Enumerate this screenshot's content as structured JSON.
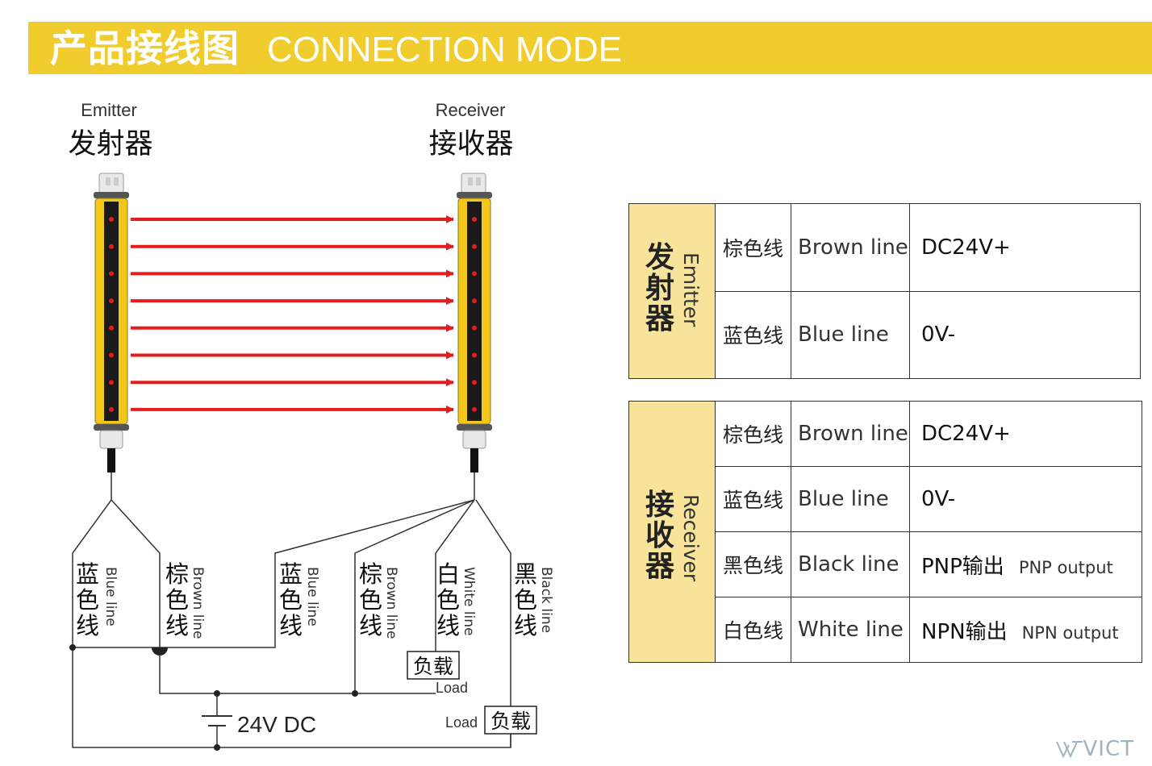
{
  "header": {
    "title_cn": "产品接线图",
    "title_en": "CONNECTION MODE"
  },
  "emitter": {
    "label_en": "Emitter",
    "label_cn": "发射器"
  },
  "receiver": {
    "label_en": "Receiver",
    "label_cn": "接收器"
  },
  "wires": [
    {
      "cn": "蓝色线",
      "en": "Blue line"
    },
    {
      "cn": "棕色线",
      "en": "Brown line"
    },
    {
      "cn": "蓝色线",
      "en": "Blue line"
    },
    {
      "cn": "棕色线",
      "en": "Brown line"
    },
    {
      "cn": "白色线",
      "en": "White line"
    },
    {
      "cn": "黑色线",
      "en": "Black line"
    }
  ],
  "loads": [
    {
      "cn": "负载",
      "en": "Load"
    },
    {
      "cn": "负载",
      "en": "Load"
    }
  ],
  "power": "24V DC",
  "emitter_table": {
    "title_cn": "发射器",
    "title_en": "Emitter",
    "rows": [
      {
        "cn": "棕色线",
        "en": "Brown line",
        "value": "DC24V+",
        "note": ""
      },
      {
        "cn": "蓝色线",
        "en": "Blue line",
        "value": "0V-",
        "note": ""
      }
    ]
  },
  "receiver_table": {
    "title_cn": "接收器",
    "title_en": "Receiver",
    "rows": [
      {
        "cn": "棕色线",
        "en": "Brown line",
        "value": "DC24V+",
        "note": ""
      },
      {
        "cn": "蓝色线",
        "en": "Blue line",
        "value": "0V-",
        "note": ""
      },
      {
        "cn": "黑色线",
        "en": "Black line",
        "value": "PNP输出",
        "note": "PNP output"
      },
      {
        "cn": "白色线",
        "en": "White line",
        "value": "NPN输出",
        "note": "NPN output"
      }
    ]
  },
  "logo": "VICT",
  "colors": {
    "banner": "#f0cc2c",
    "beam": "#e41c1c",
    "table_header": "#f7e49a"
  }
}
